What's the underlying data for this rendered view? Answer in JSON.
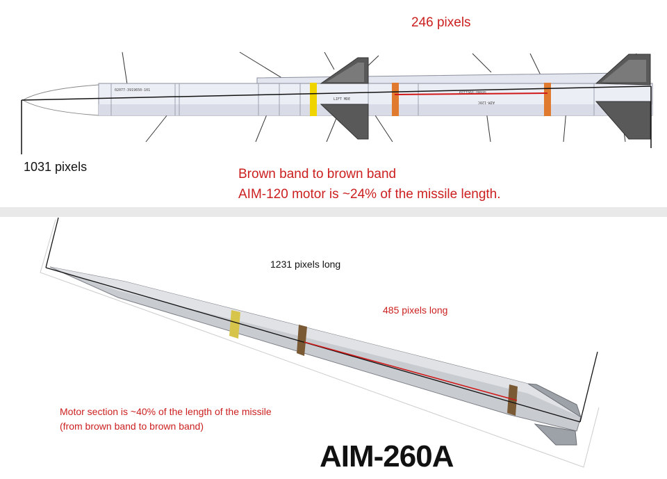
{
  "top": {
    "scale_label": "246 pixels",
    "length_label": "1031 pixels",
    "caption_line1": "Brown band to brown band",
    "caption_line2": "AIM-120 motor is ~24% of the missile length.",
    "missile_markings": {
      "serial_a": "02077-3919650-101",
      "lift_mark": "LIFT MDE",
      "designation": "AIM-120C",
      "serial_b": "SERNO-9961159"
    }
  },
  "bottom": {
    "length_label": "1231 pixels long",
    "scale_label": "485 pixels long",
    "caption_line1": "Motor section is ~40% of the length of the missile",
    "caption_line2": "(from brown band to brown band)",
    "title": "AIM-260A"
  },
  "colors": {
    "annotation_red": "#cc1f1f",
    "brown_band": "#e07a2e",
    "yellow_band": "#f0d400",
    "missile_body": "#e9ebf3",
    "fin_dark": "#555555"
  }
}
